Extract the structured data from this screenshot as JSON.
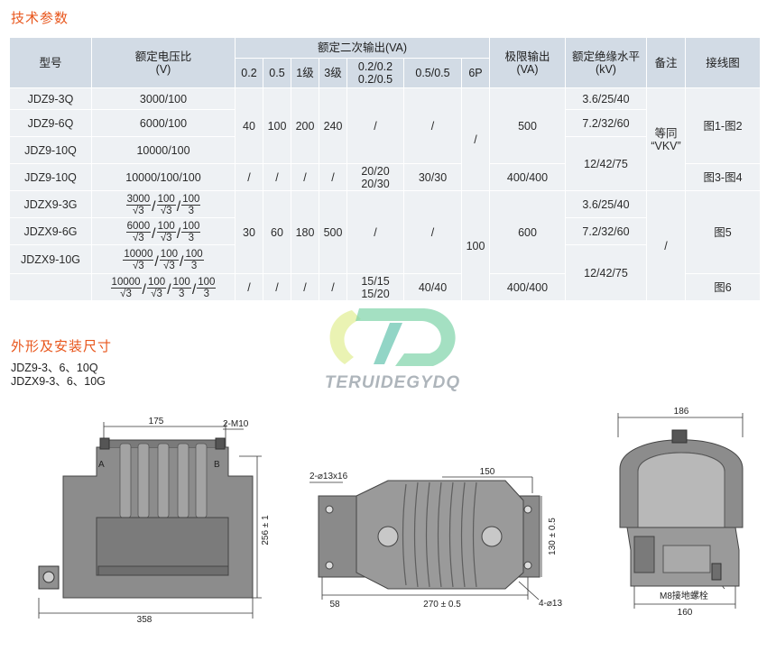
{
  "headings": {
    "tech_params": "技术参数",
    "dims": "外形及安装尺寸"
  },
  "models": [
    "JDZ9-3、6、10Q",
    "JDZX9-3、6、10G"
  ],
  "table": {
    "h_model": "型号",
    "h_ratio_1": "额定电压比",
    "h_ratio_2": "(V)",
    "h_secondary": "额定二次输出(VA)",
    "sub": {
      "c02": "0.2",
      "c05": "0.5",
      "c1": "1级",
      "c3": "3级",
      "c0202a": "0.2/0.2",
      "c0202b": "0.2/0.5",
      "c0505": "0.5/0.5",
      "c6p": "6P"
    },
    "h_limit_1": "极限输出",
    "h_limit_2": "(VA)",
    "h_ins_1": "额定绝缘水平",
    "h_ins_2": "(kV)",
    "h_note": "备注",
    "h_wiring": "接线图",
    "r1": {
      "model": "JDZ9-3Q",
      "ratio": "3000/100",
      "ins": "3.6/25/40"
    },
    "r2": {
      "model": "JDZ9-6Q",
      "ratio": "6000/100",
      "ins": "7.2/32/60"
    },
    "r3": {
      "model": "JDZ9-10Q",
      "ratio": "10000/100"
    },
    "r4": {
      "model": "JDZ9-10Q",
      "ratio": "10000/100/100"
    },
    "r5": {
      "model": "JDZX9-3G",
      "ins": "3.6/25/40"
    },
    "r6": {
      "model": "JDZX9-6G",
      "ins": "7.2/32/60"
    },
    "r7": {
      "model": "JDZX9-10G"
    },
    "g1": {
      "v02": "40",
      "v05": "100",
      "v1": "200",
      "v3": "240",
      "v0202": "/",
      "v0505": "/",
      "limit": "500",
      "ins_10": "12/42/75",
      "note_1": "等同",
      "note_2": "“VKV”",
      "wiring": "图1-图2"
    },
    "g1b": {
      "v02": "/",
      "v05": "/",
      "v1": "/",
      "v3": "/",
      "v0202a": "20/20",
      "v0202b": "20/30",
      "v0505": "30/30",
      "limit": "400/400",
      "wiring": "图3-图4"
    },
    "g2": {
      "v02": "30",
      "v05": "60",
      "v1": "180",
      "v3": "500",
      "v0202": "/",
      "v0505": "/",
      "limit": "600",
      "ins_10": "12/42/75",
      "note": "/",
      "wiring": "图5"
    },
    "g2b": {
      "v02": "/",
      "v05": "/",
      "v1": "/",
      "v3": "/",
      "v0202a": "15/15",
      "v0202b": "15/20",
      "v0505": "40/40",
      "limit": "400/400",
      "wiring": "图6"
    },
    "p6_top": "/",
    "p6_bottom": "100",
    "frac": {
      "n3000": "3000",
      "n6000": "6000",
      "n10000": "10000",
      "n100": "100",
      "d_root3": "√3",
      "d3": "3",
      "sep": "/"
    }
  },
  "watermark": "TERUIDEGYDQ",
  "drawings": {
    "left": {
      "dim_top": "175",
      "bolt": "2-M10",
      "term_a": "A",
      "term_b": "B",
      "dim_height": "256 ± 1",
      "dim_width": "358"
    },
    "middle": {
      "holes_top": "2-⌀13x16",
      "dim_top": "150",
      "dim_height": "130 ± 0.5",
      "dim_left": "58",
      "dim_length": "270 ± 0.5",
      "holes_bottom": "4-⌀13"
    },
    "right": {
      "dim_top": "186",
      "ground": "M8接地螺栓",
      "dim_base": "160"
    }
  },
  "colors": {
    "accent": "#e8561c",
    "header_bg": "#d2dbe5",
    "cell_bg": "#eef1f4"
  }
}
